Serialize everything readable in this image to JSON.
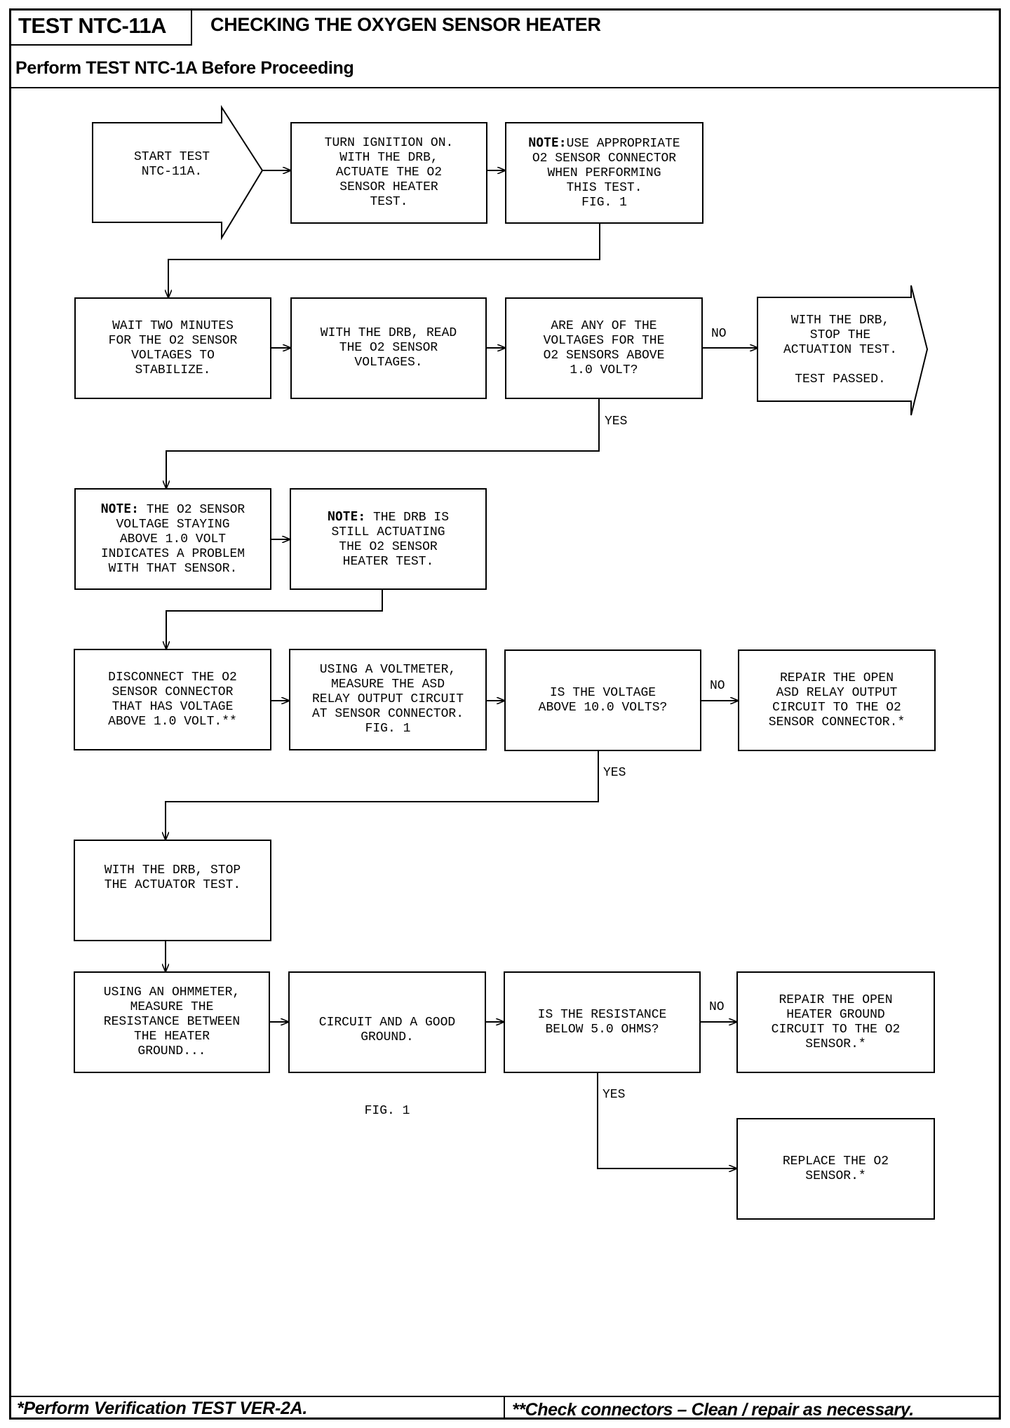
{
  "header": {
    "test_id": "TEST NTC-11A",
    "title": "CHECKING THE OXYGEN SENSOR HEATER",
    "prerequisite": "Perform TEST NTC-1A Before Proceeding"
  },
  "footer": {
    "left_note": "*Perform Verification TEST VER-2A.",
    "right_note": "**Check connectors – Clean / repair as necessary."
  },
  "flow": {
    "start": "START TEST\nNTC-11A.",
    "ignition": "TURN IGNITION ON.\nWITH THE DRB,\nACTUATE THE O2\nSENSOR HEATER\nTEST.",
    "note1_label": "NOTE:",
    "note1_text": "USE APPROPRIATE\nO2 SENSOR CONNECTOR\nWHEN PERFORMING\nTHIS TEST.\nFIG. 1",
    "wait": "WAIT TWO MINUTES\nFOR THE O2 SENSOR\nVOLTAGES TO\nSTABILIZE.",
    "read": "WITH THE DRB, READ\nTHE O2 SENSOR\nVOLTAGES.",
    "q_voltage_1v": "ARE ANY OF THE\nVOLTAGES FOR THE\nO2 SENSORS ABOVE\n1.0 VOLT?",
    "passed": "WITH THE DRB,\nSTOP THE\nACTUATION TEST.\n\nTEST PASSED.",
    "note2_label": "NOTE:",
    "note2_text": " THE O2 SENSOR\nVOLTAGE STAYING\nABOVE 1.0 VOLT\nINDICATES A PROBLEM\nWITH THAT SENSOR.",
    "note3_label": "NOTE:",
    "note3_text": " THE DRB IS\nSTILL ACTUATING\nTHE O2 SENSOR\nHEATER TEST.",
    "disconnect": "DISCONNECT THE O2\nSENSOR CONNECTOR\nTHAT HAS VOLTAGE\nABOVE 1.0 VOLT.**",
    "voltmeter": "USING A VOLTMETER,\nMEASURE THE ASD\nRELAY OUTPUT CIRCUIT\nAT SENSOR CONNECTOR.\nFIG. 1",
    "q_voltage_10v": "IS THE VOLTAGE\nABOVE 10.0 VOLTS?",
    "repair_asd": "REPAIR THE OPEN\nASD RELAY OUTPUT\nCIRCUIT TO THE O2\nSENSOR CONNECTOR.*",
    "stop_actuator": "WITH THE DRB, STOP\nTHE ACTUATOR TEST.",
    "ohmmeter": "USING AN OHMMETER,\nMEASURE THE\nRESISTANCE BETWEEN\nTHE HEATER\nGROUND...",
    "circuit_ground": "CIRCUIT AND A GOOD\nGROUND.",
    "circuit_fig": "FIG. 1",
    "q_resistance": "IS THE RESISTANCE\nBELOW 5.0 OHMS?",
    "repair_ground": "REPAIR THE OPEN\nHEATER GROUND\nCIRCUIT TO THE O2\nSENSOR.*",
    "replace": "REPLACE THE O2\nSENSOR.*"
  },
  "labels": {
    "no": "NO",
    "yes": "YES"
  }
}
